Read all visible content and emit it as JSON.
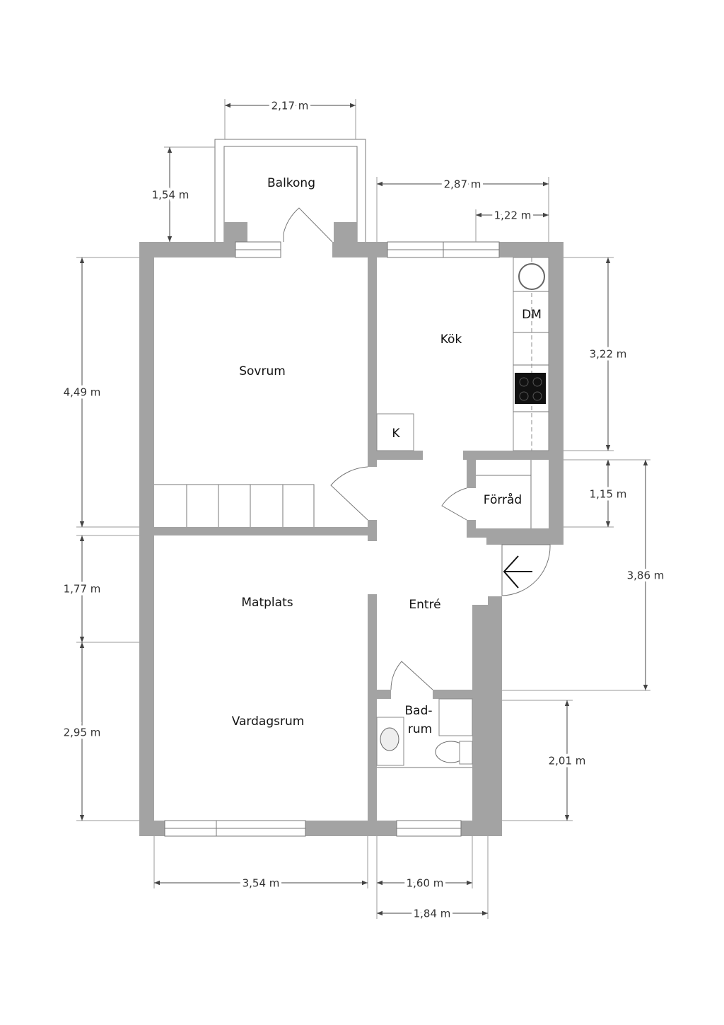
{
  "rooms": {
    "balkong": "Balkong",
    "sovrum": "Sovrum",
    "kok": "Kök",
    "dm": "DM",
    "k": "K",
    "forrad": "Förråd",
    "matplats": "Matplats",
    "entre": "Entré",
    "vardagsrum": "Vardagsrum",
    "bad1": "Bad-",
    "bad2": "rum"
  },
  "dimensions": {
    "balcony_width": "2,17 m",
    "balcony_depth": "1,54 m",
    "kitchen_width": "2,87 m",
    "counter_width": "1,22 m",
    "bedroom_depth": "4,49 m",
    "dining_depth": "1,77 m",
    "living_depth": "2,95 m",
    "kitchen_depth": "3,22 m",
    "storage_depth": "1,15 m",
    "hall_depth": "3,86 m",
    "bath_depth": "2,01 m",
    "living_width": "3,54 m",
    "bath_width": "1,60 m",
    "hall_width": "1,84 m"
  },
  "colors": {
    "wall": "#a3a3a3",
    "stove": "#111111"
  }
}
